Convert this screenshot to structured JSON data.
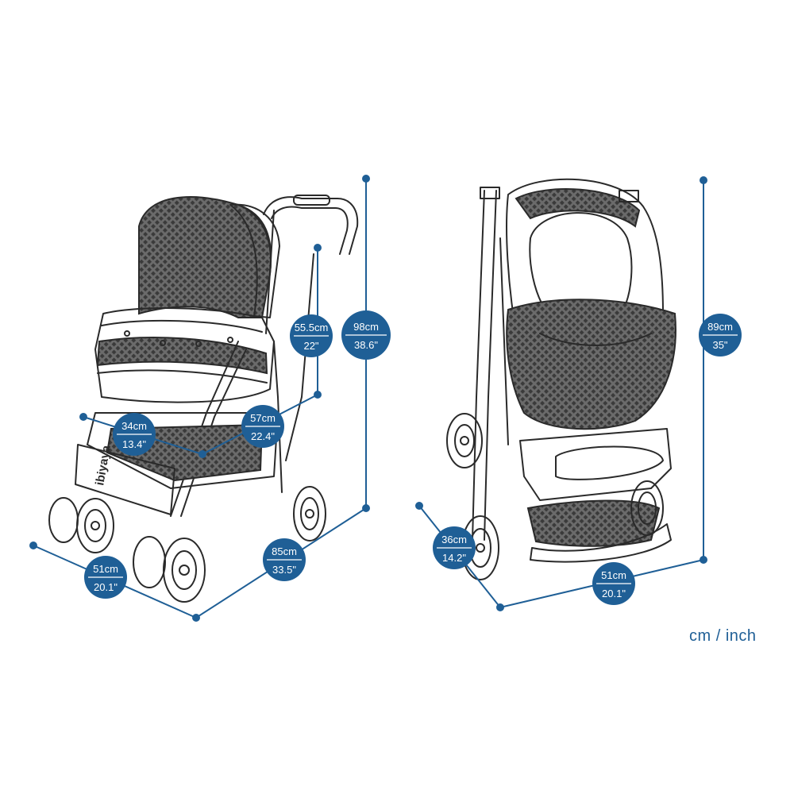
{
  "unit_label": "cm / inch",
  "brand": "ibiyaya",
  "colors": {
    "accent": "#1f5f96",
    "line_art": "#2a2a2a",
    "background": "#ffffff"
  },
  "dimensions": {
    "open_depth": {
      "metric": "55.5cm",
      "imperial": "22\""
    },
    "open_height": {
      "metric": "98cm",
      "imperial": "38.6\""
    },
    "open_seat_width": {
      "metric": "34cm",
      "imperial": "13.4\""
    },
    "open_seat_length": {
      "metric": "57cm",
      "imperial": "22.4\""
    },
    "open_width": {
      "metric": "51cm",
      "imperial": "20.1\""
    },
    "open_length": {
      "metric": "85cm",
      "imperial": "33.5\""
    },
    "folded_depth": {
      "metric": "36cm",
      "imperial": "14.2\""
    },
    "folded_width": {
      "metric": "51cm",
      "imperial": "20.1\""
    },
    "folded_height": {
      "metric": "89cm",
      "imperial": "35\""
    }
  }
}
